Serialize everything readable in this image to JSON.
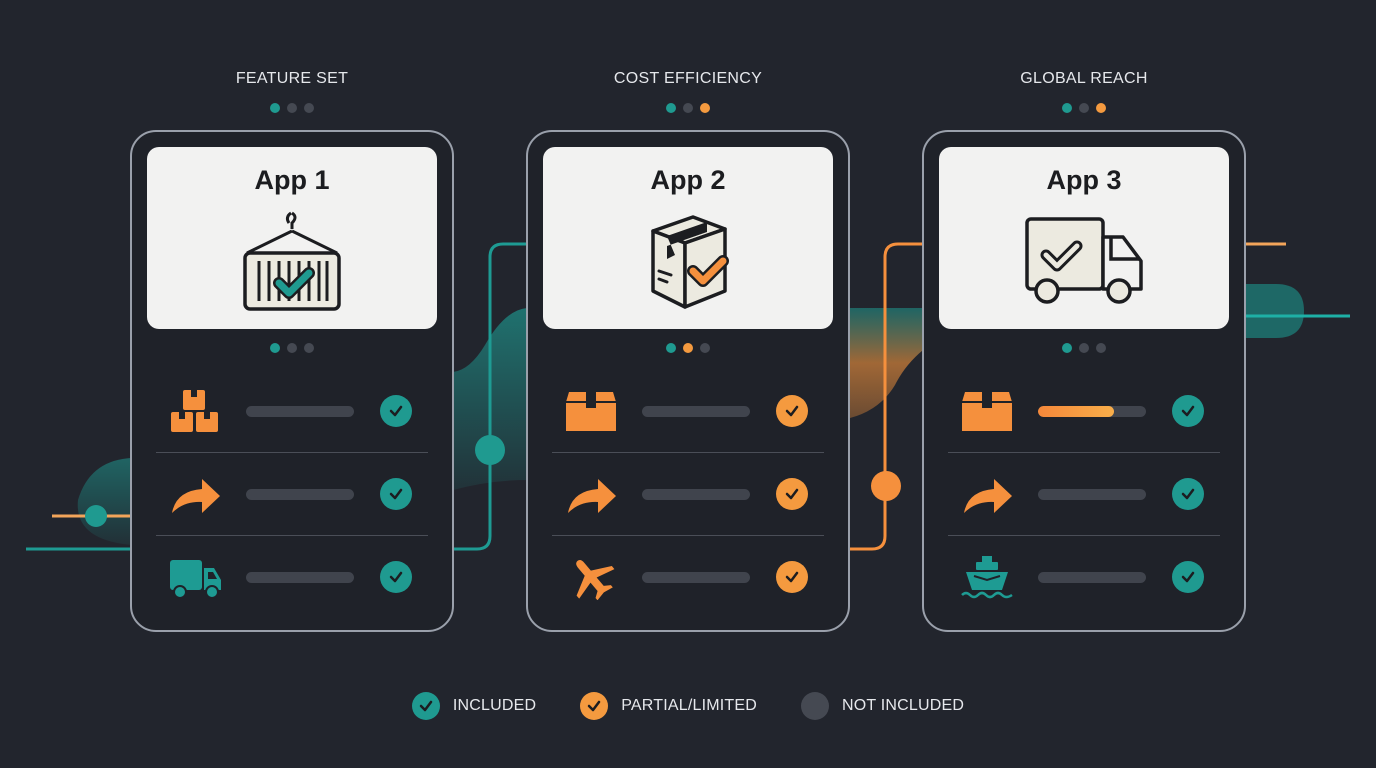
{
  "colors": {
    "background": "#22252d",
    "card_border": "#9aa0ab",
    "included": "#1f9a90",
    "partial": "#f49a3f",
    "not_included": "#454952",
    "teal_accent": "#1e9b93",
    "orange_accent": "#f5903d"
  },
  "columns": [
    {
      "category": "FEATURE SET",
      "top_dots": [
        "included",
        "not_included",
        "not_included"
      ],
      "app_name": "App 1",
      "hero_icon": "shipping-container-check-icon",
      "card_dots": [
        "included",
        "not_included",
        "not_included"
      ],
      "rows": [
        {
          "icon": "stacked-boxes-icon",
          "icon_color": "orange",
          "bar_fill_pct": 0,
          "status": "included"
        },
        {
          "icon": "forward-arrow-icon",
          "icon_color": "orange",
          "bar_fill_pct": 0,
          "status": "included"
        },
        {
          "icon": "delivery-truck-icon",
          "icon_color": "teal",
          "bar_fill_pct": 0,
          "status": "included"
        }
      ]
    },
    {
      "category": "COST EFFICIENCY",
      "top_dots": [
        "included",
        "not_included",
        "partial"
      ],
      "app_name": "App 2",
      "hero_icon": "package-box-check-icon",
      "card_dots": [
        "included",
        "partial",
        "not_included"
      ],
      "rows": [
        {
          "icon": "package-icon",
          "icon_color": "orange",
          "bar_fill_pct": 0,
          "status": "partial"
        },
        {
          "icon": "forward-arrow-icon",
          "icon_color": "orange",
          "bar_fill_pct": 0,
          "status": "partial"
        },
        {
          "icon": "airplane-icon",
          "icon_color": "orange",
          "bar_fill_pct": 0,
          "status": "partial"
        }
      ]
    },
    {
      "category": "GLOBAL REACH",
      "top_dots": [
        "included",
        "not_included",
        "partial"
      ],
      "app_name": "App 3",
      "hero_icon": "truck-check-icon",
      "card_dots": [
        "included",
        "not_included",
        "not_included"
      ],
      "rows": [
        {
          "icon": "package-icon",
          "icon_color": "orange",
          "bar_fill_pct": 70,
          "status": "included"
        },
        {
          "icon": "forward-arrow-icon",
          "icon_color": "orange",
          "bar_fill_pct": 0,
          "status": "included"
        },
        {
          "icon": "cargo-ship-icon",
          "icon_color": "teal",
          "bar_fill_pct": 0,
          "status": "included"
        }
      ]
    }
  ],
  "legend": [
    {
      "key": "included",
      "label": "INCLUDED",
      "icon": "check-circle-icon"
    },
    {
      "key": "partial",
      "label": "PARTIAL/LIMITED",
      "icon": "check-circle-icon"
    },
    {
      "key": "not_included",
      "label": "NOT INCLUDED",
      "icon": "empty-circle-icon"
    }
  ]
}
